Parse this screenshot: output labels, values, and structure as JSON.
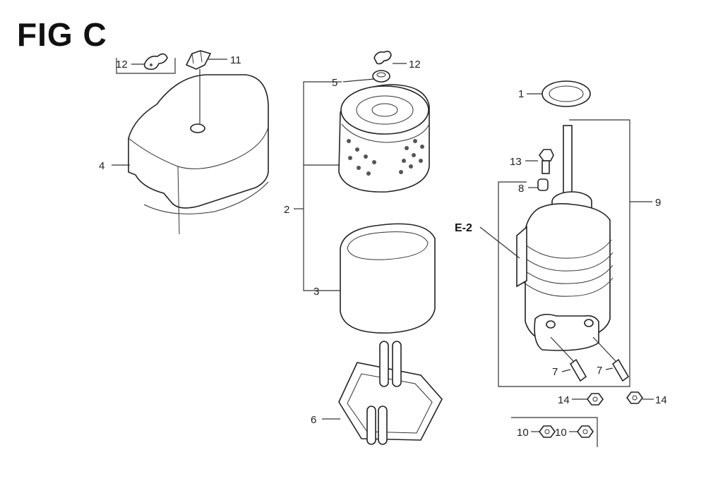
{
  "figure": {
    "title": "FIG C",
    "callouts": {
      "c1": "1",
      "c2": "2",
      "c3": "3",
      "c4": "4",
      "c5": "5",
      "c6": "6",
      "c7a": "7",
      "c7b": "7",
      "c8": "8",
      "c9": "9",
      "c10a": "10",
      "c10b": "10",
      "c11": "11",
      "c12a": "12",
      "c12b": "12",
      "c13": "13",
      "c14a": "14",
      "c14b": "14",
      "e2": "E-2"
    }
  }
}
